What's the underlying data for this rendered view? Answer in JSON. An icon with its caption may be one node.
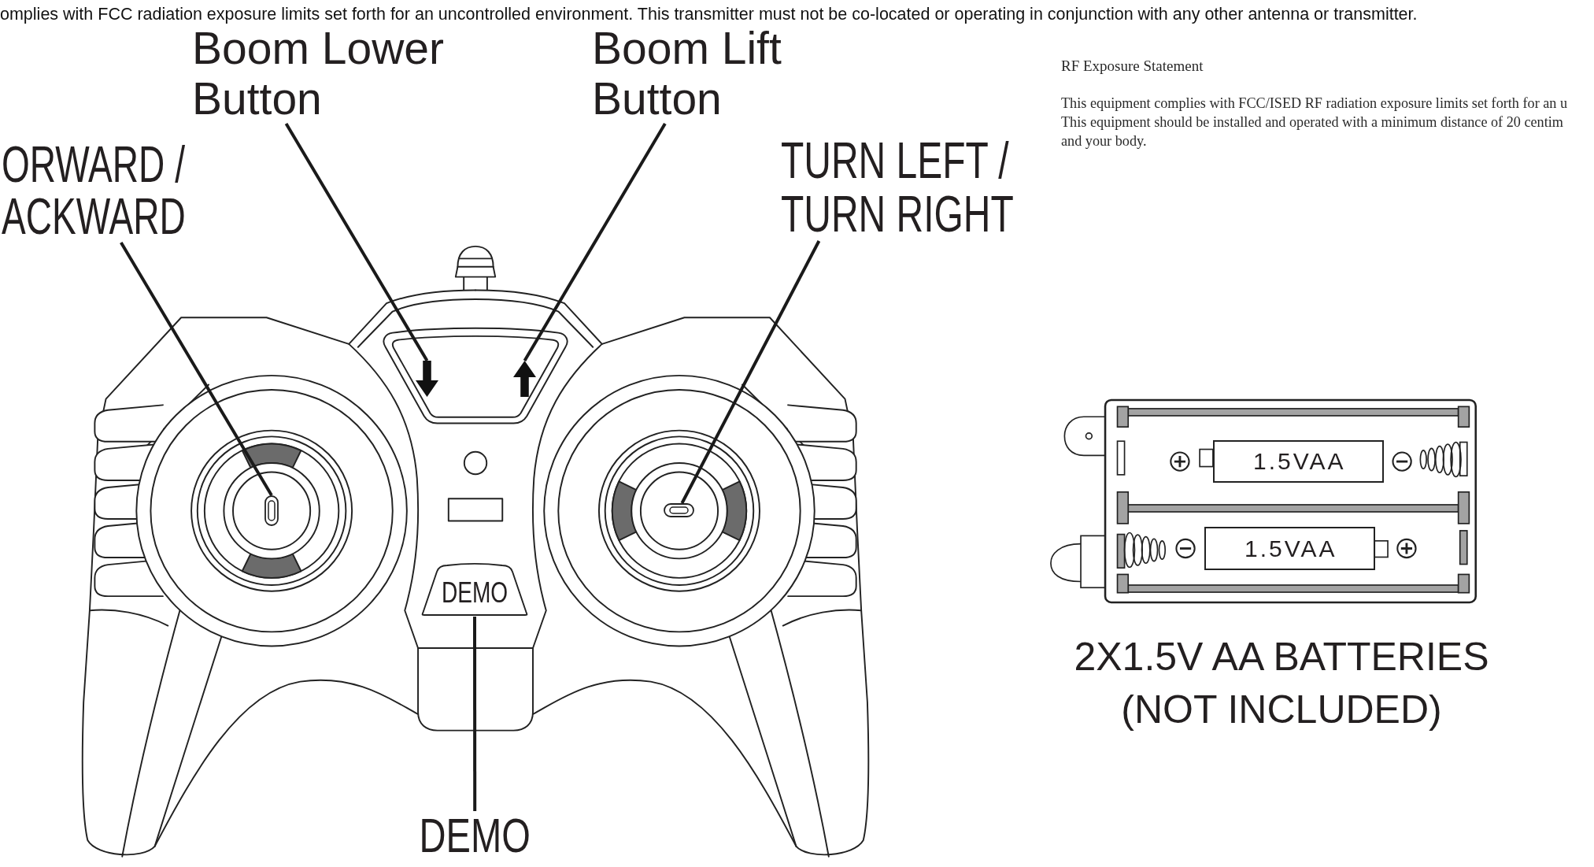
{
  "diagram": {
    "nodes": [
      {
        "text": [
          "Boom Lower Button"
        ]
      },
      {
        "text": [
          "Boom Lift Button"
        ]
      },
      {
        "text": [
          "ORWARD / ACKWARD"
        ]
      },
      {
        "text": [
          "TURN LEFT / TURN RIGHT"
        ]
      },
      {
        "text": [],
        "shape": "arrow"
      },
      {
        "text": [],
        "shape": "arrow"
      },
      {
        "text": [],
        "shape": "box"
      },
      {
        "text": [],
        "shape": "box"
      },
      {
        "text": [
          "DEMO"
        ]
      },
      {
        "text": [
          "DEMO"
        ]
      },
      {
        "text": [],
        "shape": "box",
        "beside": [
          "2X1.5V AA BATTERIES (NOT INCLUDED)"
        ]
      },
      {
        "text": [
          "1.5VAA"
        ],
        "in": 10
      },
      {
        "text": [
          "1.5VAA"
        ],
        "in": 10
      }
    ],
    "edges": [
      {
        "from": 0,
        "to": 4,
        "arrow": "none"
      },
      {
        "from": 1,
        "to": 5,
        "arrow": "none"
      },
      {
        "from": 2,
        "to": 6,
        "arrow": "none"
      },
      {
        "from": 3,
        "to": 7,
        "arrow": "none"
      },
      {
        "from": 9,
        "to": 8,
        "arrow": "none"
      }
    ],
    "labels": [
      "omplies with FCC radiation exposure limits set forth for an uncontrolled environment. This transmitter must not be co-located or operating in conjunction with any other antenna or transmitter.",
      "RF Exposure Statement",
      "This equipment complies with FCC/ISED RF radiation exposure limits set forth for an u",
      "This equipment should be installed and operated with a minimum distance of 20 centim and your body."
    ]
  }
}
